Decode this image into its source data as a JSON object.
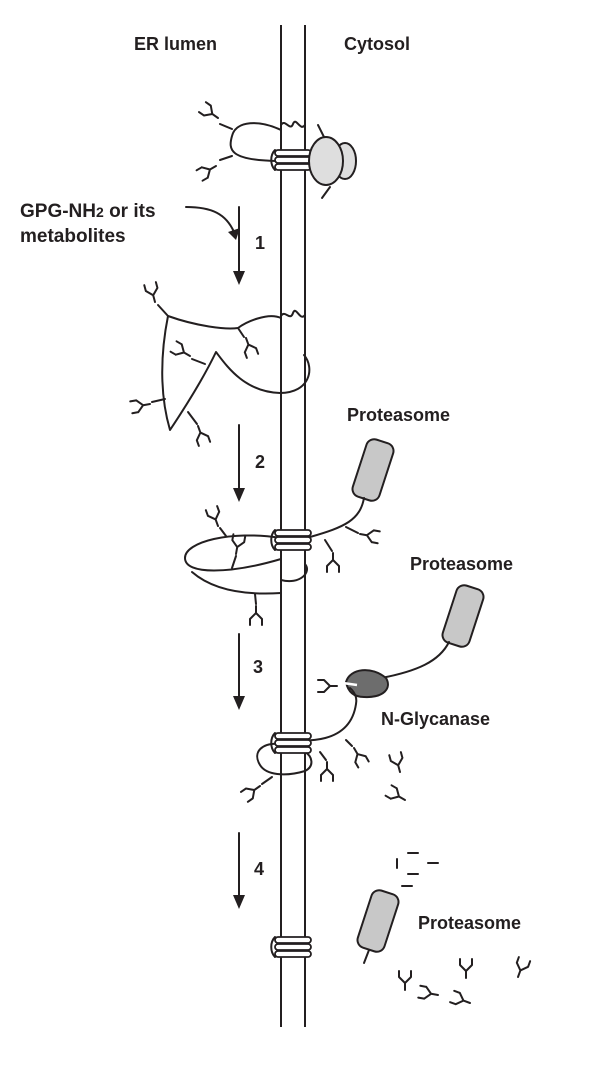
{
  "labels": {
    "er_lumen": "ER lumen",
    "cytosol": "Cytosol",
    "drug_line1": "GPG-NH",
    "drug_sub": "2",
    "drug_line1_rest": " or its",
    "drug_line2": "metabolites",
    "proteasome_1": "Proteasome",
    "proteasome_2": "Proteasome",
    "proteasome_3": "Proteasome",
    "n_glycanase": "N-Glycanase"
  },
  "steps": [
    "1",
    "2",
    "3",
    "4"
  ],
  "colors": {
    "ink": "#231f20",
    "proteasome": "#c8c8c8",
    "ribosome": "#dedede",
    "n_glycanase": "#6d6d6d"
  }
}
